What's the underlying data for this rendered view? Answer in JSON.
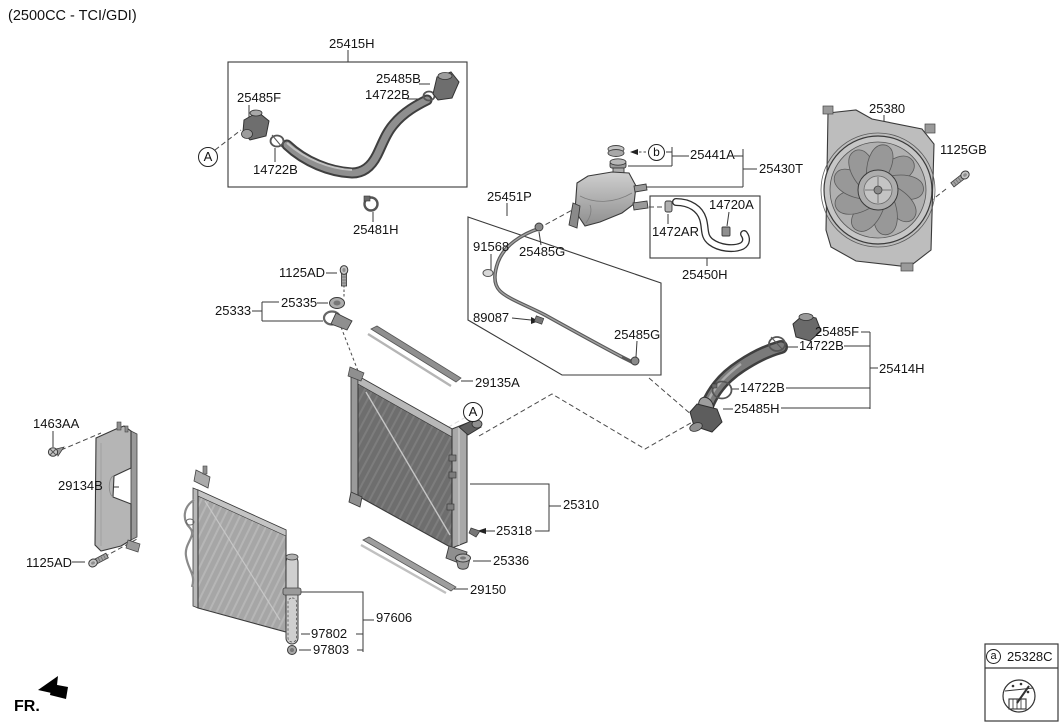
{
  "header": {
    "variant": "(2500CC - TCI/GDI)"
  },
  "direction_indicator": {
    "label": "FR."
  },
  "legend": {
    "ref_letter": "a",
    "part_number": "25328C"
  },
  "callouts": {
    "hose_ref": "A",
    "radiator_ref": "A",
    "cap_ref": "b"
  },
  "part_labels": [
    {
      "part": "25415H"
    },
    {
      "part": "25485B"
    },
    {
      "part": "14722B"
    },
    {
      "part": "25485F"
    },
    {
      "part": "14722B"
    },
    {
      "part": "25481H"
    },
    {
      "part": "25441A"
    },
    {
      "part": "25430T"
    },
    {
      "part": "14720A"
    },
    {
      "part": "1472AR"
    },
    {
      "part": "25450H"
    },
    {
      "part": "25380"
    },
    {
      "part": "1125GB"
    },
    {
      "part": "25451P"
    },
    {
      "part": "91568"
    },
    {
      "part": "25485G"
    },
    {
      "part": "89087"
    },
    {
      "part": "25485G"
    },
    {
      "part": "25485F"
    },
    {
      "part": "14722B"
    },
    {
      "part": "25414H"
    },
    {
      "part": "14722B"
    },
    {
      "part": "25485H"
    },
    {
      "part": "1125AD"
    },
    {
      "part": "25335"
    },
    {
      "part": "25333"
    },
    {
      "part": "29135A"
    },
    {
      "part": "1463AA"
    },
    {
      "part": "29134B"
    },
    {
      "part": "1125AD"
    },
    {
      "part": "25310"
    },
    {
      "part": "25318"
    },
    {
      "part": "25336"
    },
    {
      "part": "29150"
    },
    {
      "part": "97606"
    },
    {
      "part": "97802"
    },
    {
      "part": "97803"
    }
  ]
}
